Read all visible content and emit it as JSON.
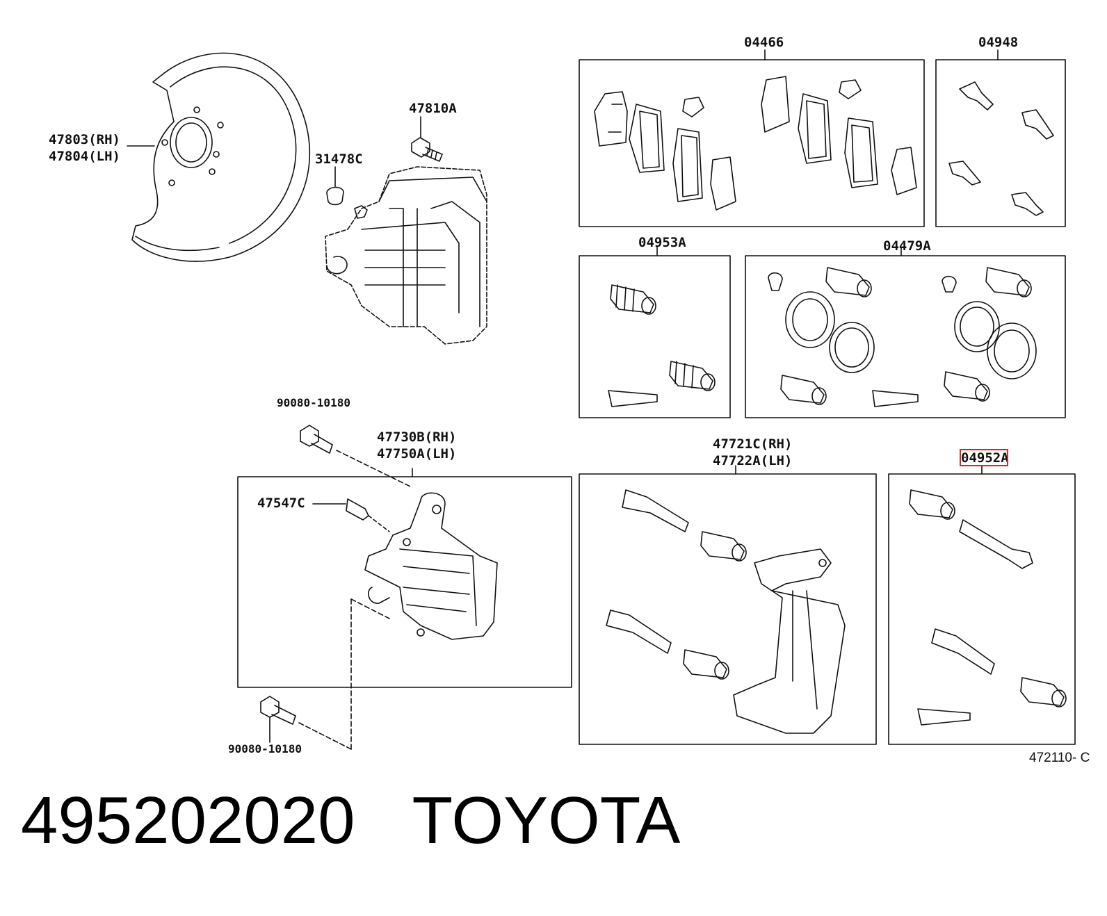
{
  "labels": {
    "p47803": "47803(RH)",
    "p47804": "47804(LH)",
    "p47810A": "47810A",
    "p31478C": "31478C",
    "p04466": "04466",
    "p04948": "04948",
    "p04953A": "04953A",
    "p04479A": "04479A",
    "p90080_top": "90080-10180",
    "p47730B": "47730B(RH)",
    "p47750A": "47750A(LH)",
    "p47547C": "47547C",
    "p47721C": "47721C(RH)",
    "p47722A": "47722A(LH)",
    "p04952A_a": "04952",
    "p04952A_b": "A",
    "p90080_bottom": "90080-10180"
  },
  "diagram_ref": "472110- C",
  "caption": {
    "part_number": "495202020",
    "brand": "TOYOTA"
  },
  "colors": {
    "line": "#111111",
    "highlight": "#d9262c",
    "background": "#ffffff"
  }
}
